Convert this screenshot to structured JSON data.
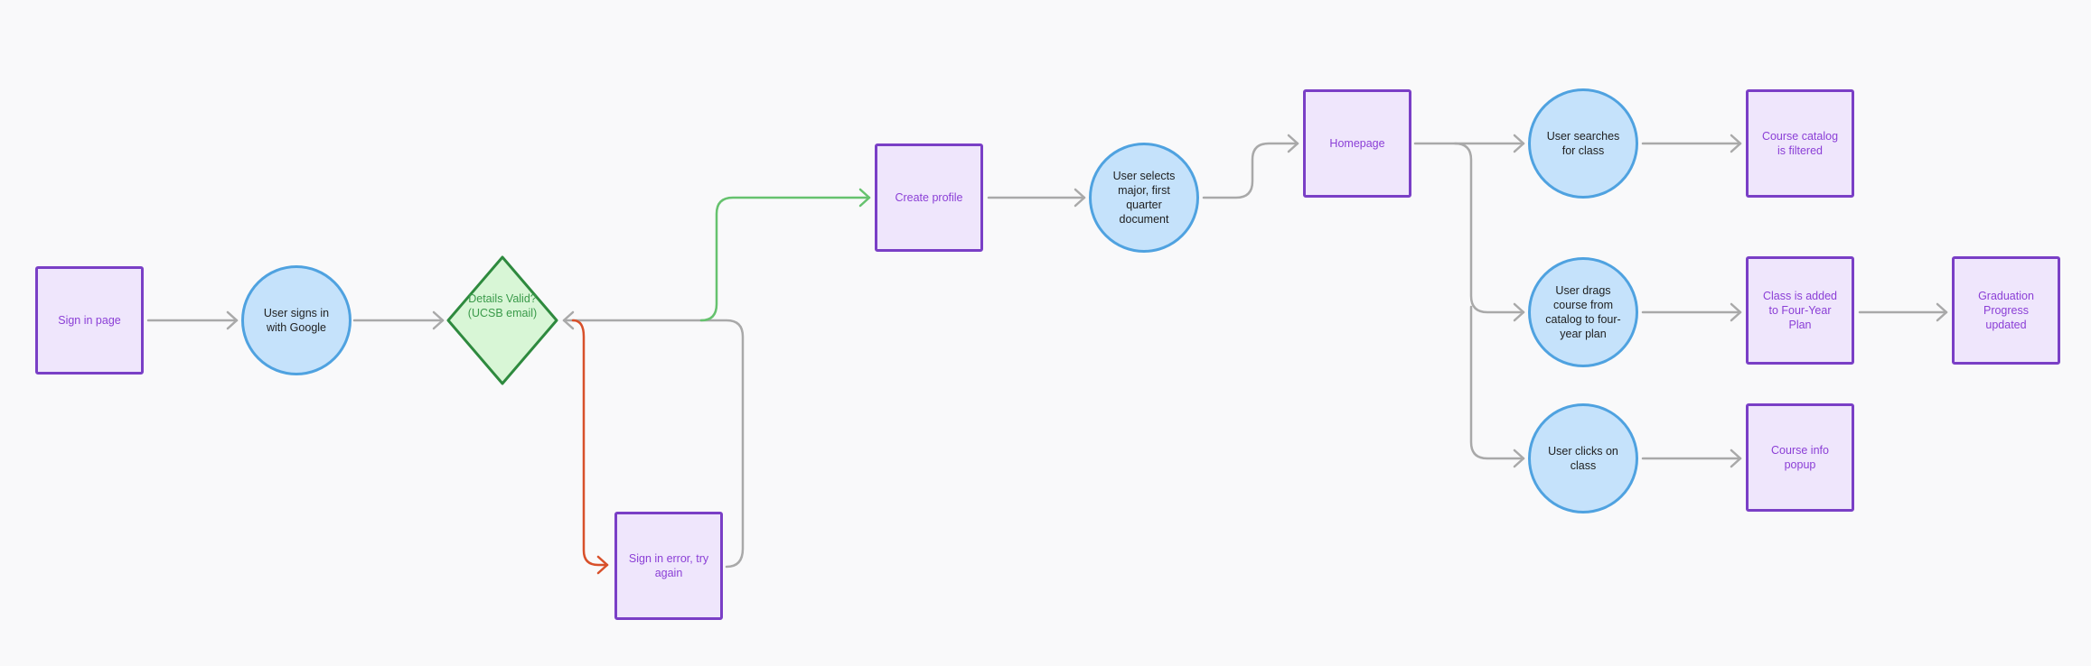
{
  "nodes": {
    "sign_in_page": "Sign in page",
    "user_signs_in": "User signs in with Google",
    "details_valid": "Details Valid? (UCSB email)",
    "sign_in_error": "Sign in error, try again",
    "create_profile": "Create profile",
    "user_selects_major": "User selects major, first quarter document",
    "homepage": "Homepage",
    "user_searches": "User searches for class",
    "catalog_filtered": "Course catalog is filtered",
    "user_drags": "User drags course from catalog to four-year plan",
    "class_added": "Class is added to Four-Year Plan",
    "graduation_progress": "Graduation Progress updated",
    "user_clicks": "User clicks on class",
    "course_info_popup": "Course info popup"
  },
  "colors": {
    "rect_fill": "#efe6fc",
    "rect_stroke": "#7a3fc6",
    "rect_text": "#8b3fd6",
    "circle_fill": "#c5e2fb",
    "circle_stroke": "#4fa2e0",
    "diamond_fill": "#d8f6d6",
    "diamond_stroke": "#2e8a3e",
    "diamond_text": "#3a9a4a",
    "edge_default": "#a9a9a9",
    "edge_yes": "#66c26e",
    "edge_no": "#d8502a"
  }
}
